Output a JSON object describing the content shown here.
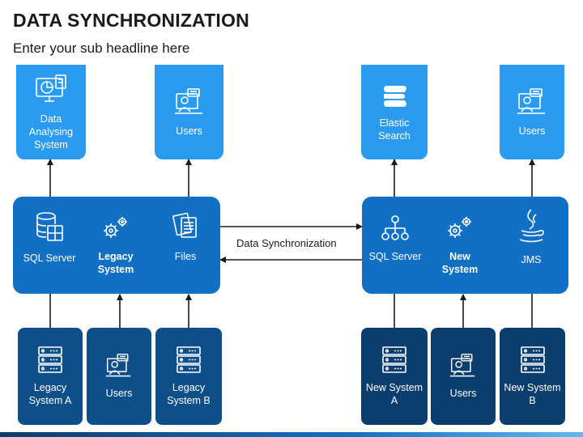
{
  "header": {
    "title": "DATA SYNCHRONIZATION",
    "subtitle": "Enter your sub headline here"
  },
  "left": {
    "top": [
      {
        "label": "Data Analysing System",
        "icon": "data-analysis-icon"
      },
      {
        "label": "Users",
        "icon": "users-icon"
      }
    ],
    "hub": [
      {
        "label": "SQL Server",
        "bold": false,
        "icon": "database-icon"
      },
      {
        "label": "Legacy System",
        "bold": true,
        "icon": "gears-icon"
      },
      {
        "label": "Files",
        "bold": false,
        "icon": "files-icon"
      }
    ],
    "bottom": [
      {
        "label": "Legacy System A",
        "icon": "server-icon"
      },
      {
        "label": "Users",
        "icon": "users-icon"
      },
      {
        "label": "Legacy System B",
        "icon": "server-icon"
      }
    ]
  },
  "right": {
    "top": [
      {
        "label": "Elastic Search",
        "icon": "elastic-logo-icon"
      },
      {
        "label": "Users",
        "icon": "users-icon"
      }
    ],
    "hub": [
      {
        "label": "SQL Server",
        "bold": false,
        "icon": "hierarchy-icon"
      },
      {
        "label": "New System",
        "bold": true,
        "icon": "gears-icon"
      },
      {
        "label": "JMS",
        "bold": false,
        "icon": "java-icon"
      }
    ],
    "bottom": [
      {
        "label": "New System A",
        "icon": "server-icon"
      },
      {
        "label": "Users",
        "icon": "users-icon"
      },
      {
        "label": "New System B",
        "icon": "server-icon"
      }
    ]
  },
  "sync_label": "Data Synchronization",
  "colors": {
    "top_box": "#2a9bf0",
    "hub": "#1170c4",
    "bottom_box": "#0e4f8a",
    "arrow": "#1a1a1a"
  }
}
